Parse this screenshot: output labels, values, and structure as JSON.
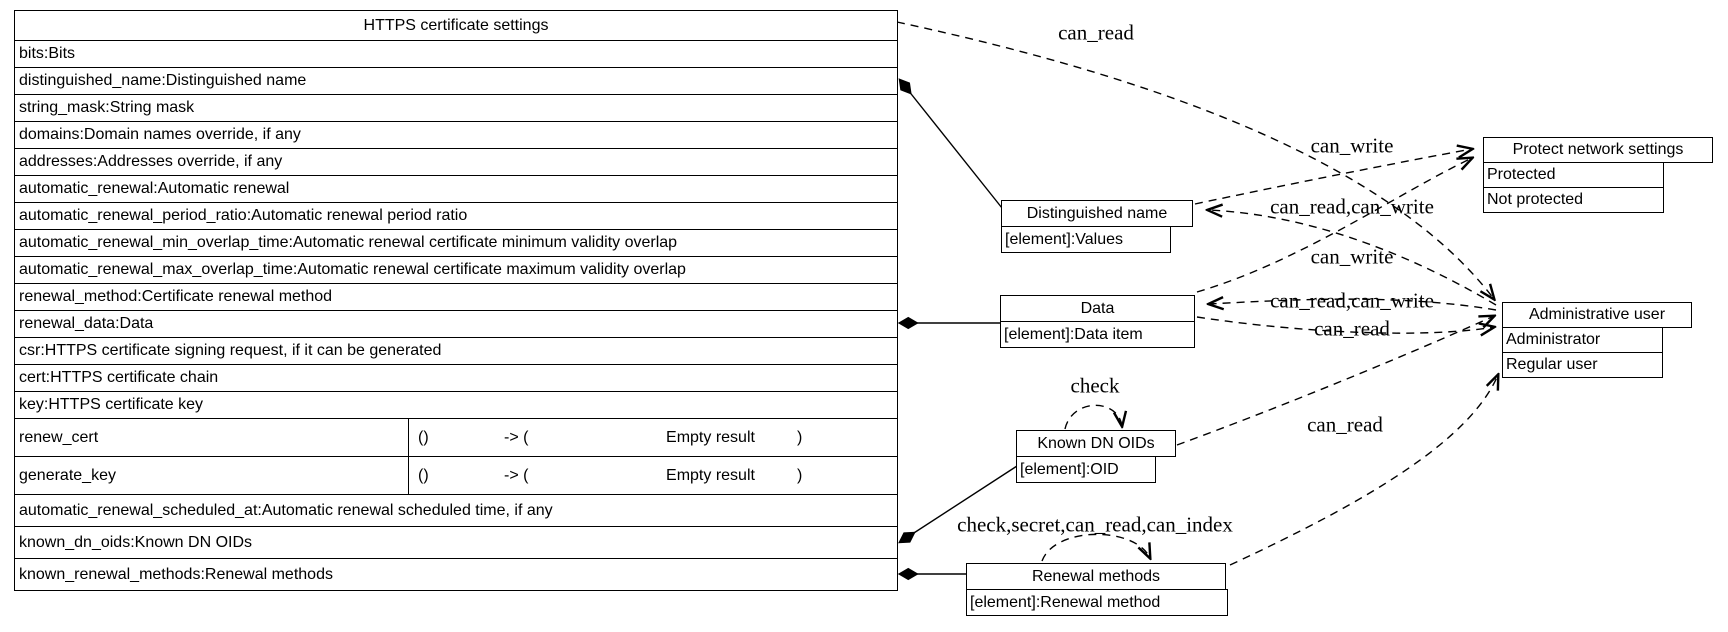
{
  "diagram": {
    "colors": {
      "line": "#000000",
      "background": "#ffffff"
    },
    "main_table": {
      "title": "HTTPS certificate settings",
      "rows": [
        {
          "label": "bits:Bits"
        },
        {
          "label": "distinguished_name:Distinguished name"
        },
        {
          "label": "string_mask:String mask"
        },
        {
          "label": "domains:Domain names override, if any"
        },
        {
          "label": "addresses:Addresses override, if any"
        },
        {
          "label": "automatic_renewal:Automatic renewal"
        },
        {
          "label": "automatic_renewal_period_ratio:Automatic renewal period ratio"
        },
        {
          "label": "automatic_renewal_min_overlap_time:Automatic renewal certificate minimum validity overlap"
        },
        {
          "label": "automatic_renewal_max_overlap_time:Automatic renewal certificate maximum validity overlap"
        },
        {
          "label": "renewal_method:Certificate renewal method"
        },
        {
          "label": "renewal_data:Data"
        },
        {
          "label": "csr:HTTPS certificate signing request, if it can be generated"
        },
        {
          "label": "cert:HTTPS certificate chain"
        },
        {
          "label": "key:HTTPS certificate key"
        },
        {
          "label": "renew_cert",
          "sig": [
            "()",
            "-> (",
            "Empty result",
            ")"
          ]
        },
        {
          "label": "generate_key",
          "sig": [
            "()",
            "-> (",
            "Empty result",
            ")"
          ]
        },
        {
          "label": "automatic_renewal_scheduled_at:Automatic renewal scheduled time, if any"
        },
        {
          "label": "known_dn_oids:Known DN OIDs"
        },
        {
          "label": "known_renewal_methods:Renewal methods"
        }
      ]
    },
    "nodes": {
      "distinguished_name": {
        "title": "Distinguished name",
        "rows": [
          "[element]:Values"
        ]
      },
      "data": {
        "title": "Data",
        "rows": [
          "[element]:Data item"
        ]
      },
      "known_dn_oids": {
        "title": "Known DN OIDs",
        "rows": [
          "[element]:OID"
        ]
      },
      "renewal_methods": {
        "title": "Renewal methods",
        "rows": [
          "[element]:Renewal method"
        ]
      },
      "protect_network_settings": {
        "title": "Protect network settings",
        "rows": [
          "Protected",
          "Not protected"
        ]
      },
      "administrative_user": {
        "title": "Administrative user",
        "rows": [
          "Administrator",
          "Regular user"
        ]
      }
    },
    "edge_labels": {
      "top_can_read": "can_read",
      "dn_can_write": "can_write",
      "dn_can_read_can_write": "can_read,can_write",
      "data_can_write": "can_write",
      "data_can_read_can_write": "can_read,can_write",
      "data_can_read": "can_read",
      "oids_can_read": "can_read",
      "check_loop": "check",
      "renewal_loop": "check,secret,can_read,can_index"
    }
  }
}
